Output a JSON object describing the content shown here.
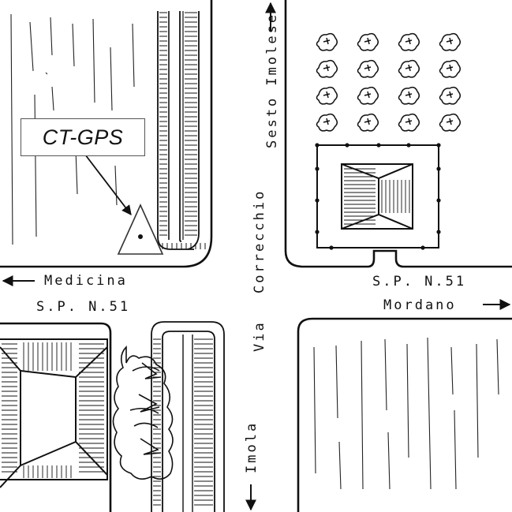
{
  "marker": {
    "label": "CT-GPS",
    "icon": "triangle-marker-icon"
  },
  "roads": {
    "west_direction": "Medicina",
    "west_number": "S.P. N.51",
    "east_number": "S.P. N.51",
    "east_direction": "Mordano",
    "north_direction": "Sesto Imolese",
    "street_name": "Via Correcchio",
    "street_word_via": "Via",
    "street_word_name": "Correcchio",
    "south_direction": "Imola"
  },
  "colors": {
    "ink": "#111111",
    "background": "#ffffff",
    "label_border": "#555555"
  }
}
